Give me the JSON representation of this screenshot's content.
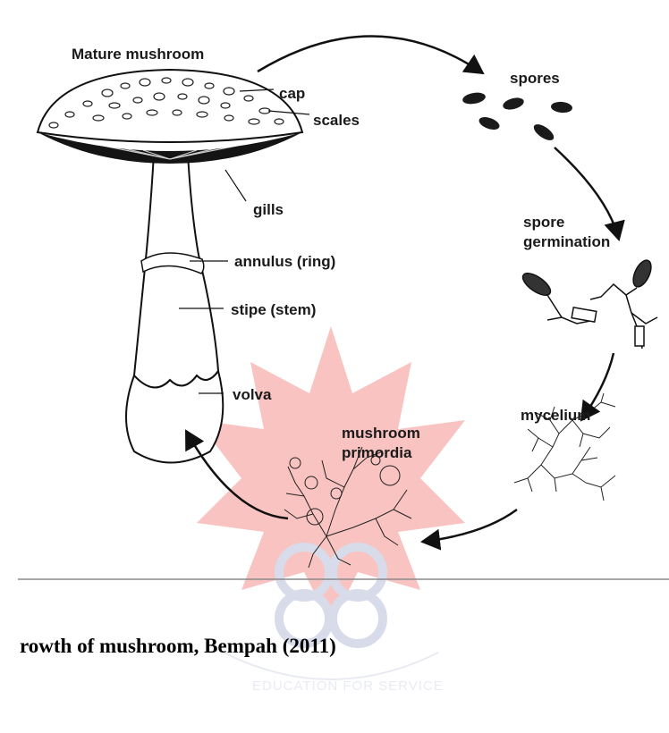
{
  "diagram": {
    "stages": {
      "mature": "Mature mushroom",
      "spores": "spores",
      "germination_line1": "spore",
      "germination_line2": "germination",
      "mycelium": "mycelium",
      "primordia_line1": "mushroom",
      "primordia_line2": "primordia"
    },
    "parts": {
      "cap": "cap",
      "scales": "scales",
      "gills": "gills",
      "annulus": "annulus (ring)",
      "stipe": "stipe (stem)",
      "volva": "volva"
    }
  },
  "caption": "rowth of mushroom, Bempah (2011)",
  "watermark": {
    "motto": "EDUCATION FOR SERVICE",
    "colors": {
      "star": "#e8382f",
      "emblem": "#b9bfd8"
    }
  }
}
